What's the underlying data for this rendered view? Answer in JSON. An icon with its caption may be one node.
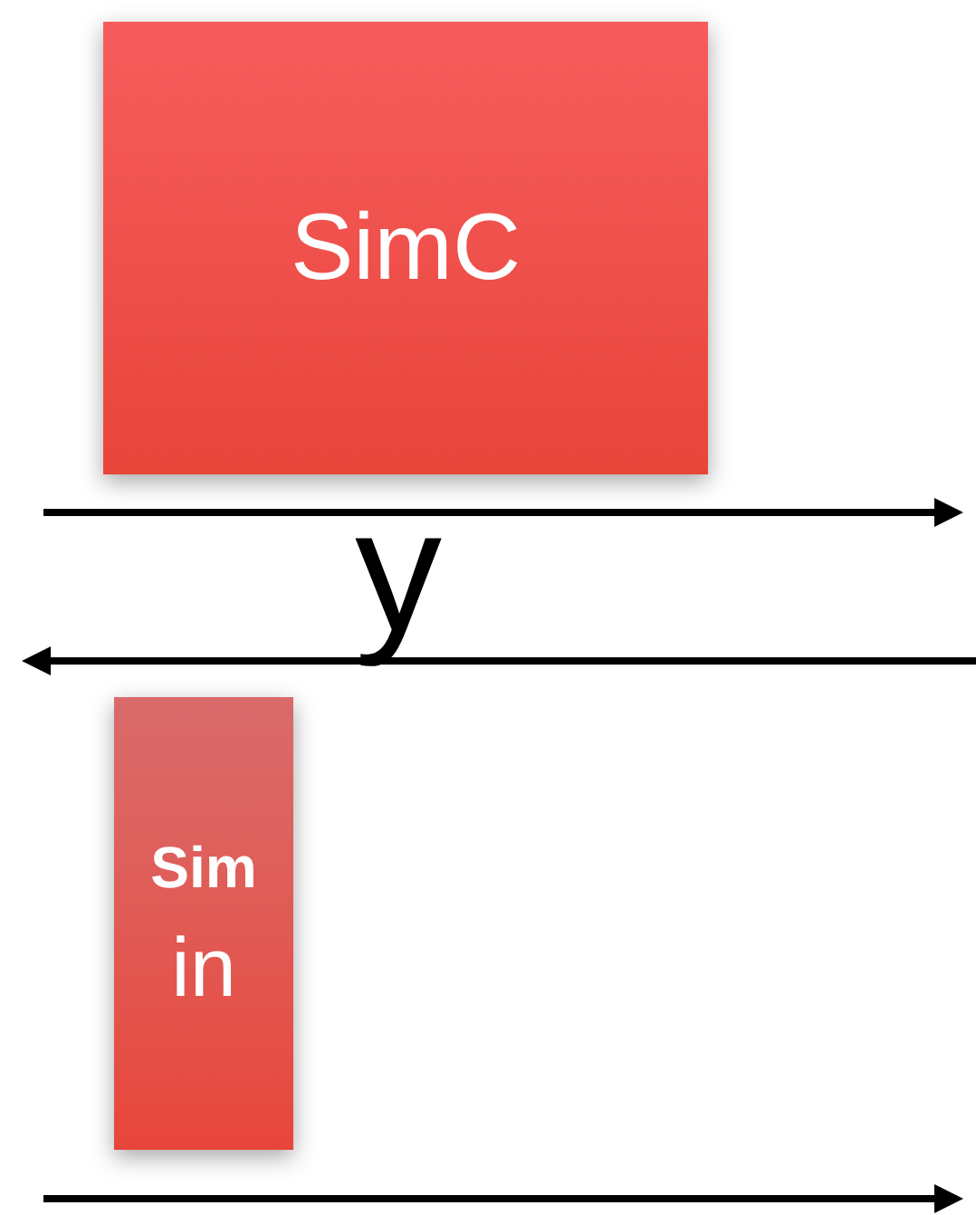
{
  "diagram": {
    "nodes": [
      {
        "text": [
          "SimC"
        ]
      },
      {
        "text": [
          "Sim",
          "in"
        ]
      }
    ],
    "labels": [
      "y"
    ]
  }
}
